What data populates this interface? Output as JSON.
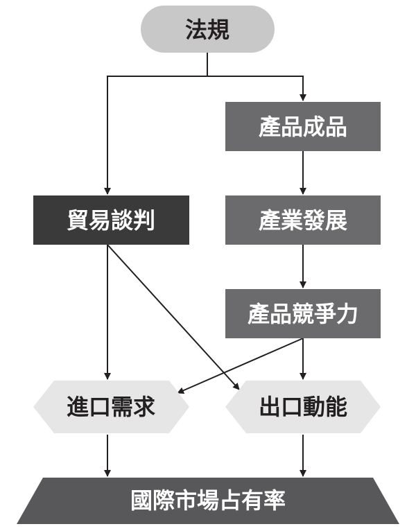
{
  "nodes": {
    "regulation": {
      "label": "法規"
    },
    "finished_products": {
      "label": "產品成品"
    },
    "trade_negotiation": {
      "label": "貿易談判"
    },
    "industry_development": {
      "label": "產業發展"
    },
    "product_competitiveness": {
      "label": "產品競爭力"
    },
    "import_demand": {
      "label": "進口需求"
    },
    "export_momentum": {
      "label": "出口動能"
    },
    "market_share": {
      "label": "國際市場占有率"
    }
  },
  "colors": {
    "oval_fill": "#c8c8c9",
    "dark_box_fill": "#3a3a3b",
    "gray_box_fill": "#6b6b6d",
    "hexagon_fill": "#e6e6e7",
    "trapezoid_fill": "#58585a",
    "arrow": "#231f20",
    "text_dark": "#231f20",
    "text_light": "#ffffff"
  }
}
